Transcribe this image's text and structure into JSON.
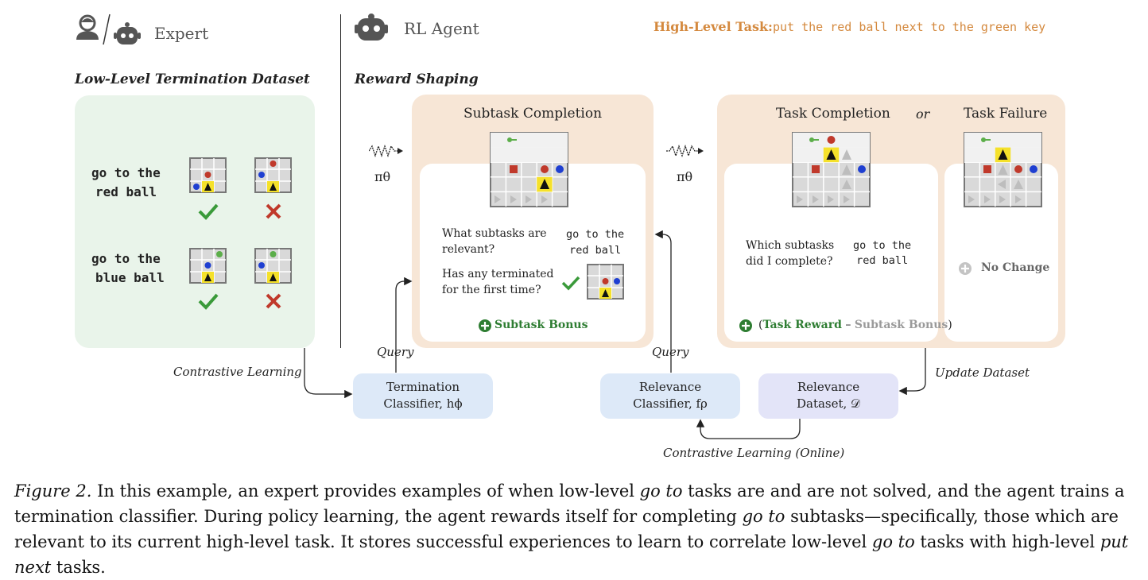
{
  "header": {
    "expert_label": "Expert",
    "agent_label": "RL Agent",
    "task_prefix": "High-Level Task:",
    "task_text": "put the red ball next to the green key"
  },
  "left": {
    "title": "Low-Level Termination Dataset",
    "rows": [
      {
        "line1": "go to the",
        "line2": "red ball"
      },
      {
        "line1": "go to the",
        "line2": "blue ball"
      }
    ]
  },
  "reward": {
    "title": "Reward Shaping",
    "policy_symbol": "πθ",
    "subtask": {
      "title": "Subtask Completion",
      "q1a": "What subtasks are",
      "q1b": "relevant?",
      "a1a": "go to the",
      "a1b": "red ball",
      "q2a": "Has any terminated",
      "q2b": "for the first time?",
      "bonus": "Subtask Bonus"
    },
    "task": {
      "title_completion": "Task Completion",
      "or": "or",
      "title_failure": "Task Failure",
      "q1a": "Which subtasks",
      "q1b": "did I complete?",
      "a1a": "go to the",
      "a1b": "red ball",
      "reward_part": "Task Reward",
      "dash": "–",
      "bonus_part": "Subtask Bonus",
      "no_change": "No Change"
    }
  },
  "bottom": {
    "contrastive": "Contrastive Learning",
    "query1": "Query",
    "query2": "Query",
    "update": "Update Dataset",
    "termination_a": "Termination",
    "termination_b": "Classifier, hϕ",
    "relevance_cls_a": "Relevance",
    "relevance_cls_b": "Classifier, fρ",
    "relevance_ds_a": "Relevance",
    "relevance_ds_b": "Dataset, 𝒟",
    "online": "Contrastive Learning (Online)"
  },
  "caption": {
    "label": "Figure 2.",
    "t1": " In this example, an expert provides examples of when low-level ",
    "i1": "go to",
    "t2": " tasks are and are not solved, and the agent trains a termination classifier. During policy learning, the agent rewards itself for completing ",
    "i2": "go to",
    "t3": " subtasks—specifically, those which are relevant to its current high-level task. It stores successful experiences to learn to correlate low-level ",
    "i3": "go to",
    "t4": " tasks with high-level ",
    "i4": "put next",
    "t5": " tasks."
  },
  "colors": {
    "orange_text": "#d4893e",
    "green_panel": "#e9f4ea",
    "orange_panel": "#f7e6d6",
    "blue_box": "#dde9f8",
    "lav_box": "#e3e4f8",
    "check_green": "#3a9a3a",
    "cross_red": "#c0392b",
    "bonus_green": "#2e7d32",
    "grey_text": "#9a9a9a"
  },
  "icons": [
    "expert-person-icon",
    "robot-icon",
    "check-icon",
    "cross-icon",
    "plus-circle-icon",
    "squiggle-arrow-icon",
    "key-icon",
    "ball-icon",
    "agent-triangle-icon"
  ]
}
